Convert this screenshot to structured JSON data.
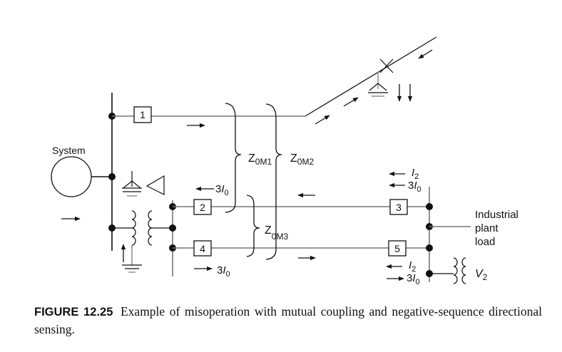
{
  "diagram": {
    "system_label": "System",
    "relays": [
      "1",
      "2",
      "3",
      "4",
      "5"
    ],
    "impedances": {
      "zom1": {
        "main": "Z",
        "sub": "0M1"
      },
      "zom2": {
        "main": "Z",
        "sub": "0M2"
      },
      "zom3": {
        "main": "Z",
        "sub": "0M3"
      }
    },
    "current_labels": {
      "three_i0_prefix": "3",
      "i_symbol": "I",
      "i0_sub": "0",
      "i2_sub": "2"
    },
    "load_label": [
      "Industrial",
      "plant",
      "load"
    ],
    "voltage_label": {
      "main": "V",
      "sub": "2"
    }
  },
  "caption": {
    "label": "FIGURE 12.25",
    "text": "Example of misoperation with mutual coupling and negative-sequence directional sensing."
  }
}
